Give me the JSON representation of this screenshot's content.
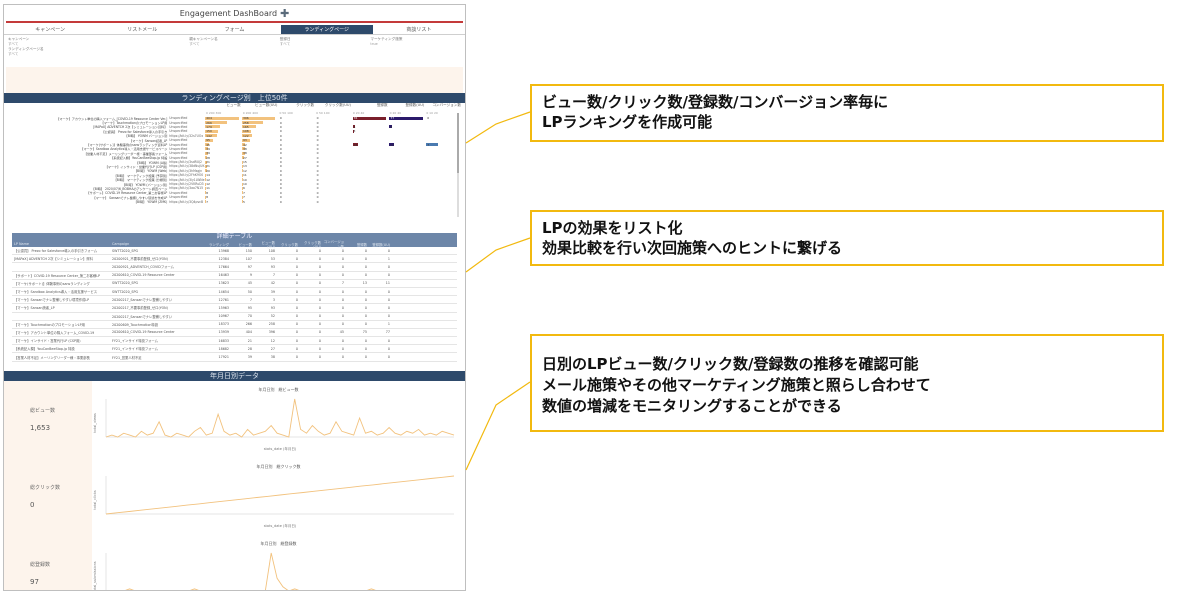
{
  "header": {
    "title": "Engagement DashBoard"
  },
  "nav": {
    "tabs": [
      "キャンペーン",
      "リストメール",
      "フォーム",
      "ランディングページ",
      "商談リスト"
    ],
    "active": "ランディングページ"
  },
  "filters": [
    {
      "label": "キャンペーン",
      "value": "すべて",
      "label2": "ランディングページ名",
      "value2": "すべて"
    },
    {
      "label": "",
      "value": ""
    },
    {
      "label": "親キャンペーン名",
      "value": "すべて"
    },
    {
      "label": "登録日",
      "value": "すべて"
    },
    {
      "label": "マーケティング施策",
      "value": "true"
    }
  ],
  "lp_ranking": {
    "title": "ランディングページ別　上位50件",
    "columns": [
      "ビュー数",
      "ビュー数(UU)",
      "クリック数",
      "クリック数(UU)",
      "登録数",
      "登録数(UU)",
      "コンバージョン数"
    ],
    "axis": [
      "0  200  300",
      "0  200  400",
      "0  50  100",
      "0  50  100",
      "0  20  40",
      "0  20  40",
      "0  10  20"
    ],
    "rows": [
      {
        "name": "【マーケ】アカウント単位の購入フォーム_[COVID-19 Resource Center Ver.]",
        "url": "Unspecified",
        "v": [
          "404",
          "396",
          "0",
          "0",
          "76",
          "77",
          "0"
        ]
      },
      {
        "name": "【マーケ】TouchmotionのプロモーションLP用",
        "url": "Unspecified",
        "v": [
          "266",
          "258",
          "0",
          "0",
          "",
          "",
          ""
        ]
      },
      {
        "name": "[MAPaX] ADVENTCH 2次【シミュレーション資料】",
        "url": "Unspecified",
        "v": [
          "179",
          "165",
          "0",
          "0",
          "5",
          "5",
          ""
        ]
      },
      {
        "name": "【公認員】 Prezo for Salesforce導入の手引き",
        "url": "Unspecified",
        "v": [
          "150",
          "108",
          "0",
          "0",
          "3",
          "",
          ""
        ]
      },
      {
        "name": "【BI時】 YOWM バージョン別",
        "url": "https://bit.ly/32s7UOx",
        "v": [
          "142",
          "122",
          "0",
          "0",
          "",
          "",
          ""
        ]
      },
      {
        "name": "【マーケ】Sansan読者_LP",
        "url": "Unspecified",
        "v": [
          "95",
          "93",
          "0",
          "0",
          "",
          "",
          ""
        ]
      },
      {
        "name": "【マーケ(サポート)】体験事例のsansランディング資料LP",
        "url": "Unspecified",
        "v": [
          "45",
          "42",
          "0",
          "0",
          "13",
          "11",
          "7"
        ]
      },
      {
        "name": "【マーケ】Sandbox Analytics導入・活用支援サービスページ",
        "url": "Unspecified",
        "v": [
          "39",
          "38",
          "0",
          "0",
          "",
          "",
          ""
        ]
      },
      {
        "name": "【営業人材不足】メーリングリーダー様・事業部長フォーム",
        "url": "Unspecified",
        "v": [
          "39",
          "38",
          "0",
          "0",
          "",
          "",
          ""
        ]
      },
      {
        "name": "【系統記入欄】YouCanBeeStop.jp 特設",
        "url": "Unspecified",
        "v": [
          "28",
          "27",
          "0",
          "0",
          "",
          "",
          ""
        ]
      },
      {
        "name": "【BI時】 YOWM (A版)",
        "url": "https://bit.ly/3sdRUJ2",
        "v": [
          "21",
          "15",
          "0",
          "0",
          "",
          "",
          ""
        ]
      },
      {
        "name": "【マーケ】インサイド・営業代行LP (CSP用)",
        "url": "https://bit.ly/38dNujUK",
        "v": [
          "21",
          "13",
          "0",
          "0",
          "",
          "",
          ""
        ]
      },
      {
        "name": "【BI時】 YOWM (Web)",
        "url": "https://bit.ly/3hMsgjn",
        "v": [
          "20",
          "12",
          "0",
          "0",
          "",
          "",
          ""
        ]
      },
      {
        "name": "【BI時】 マーケティング施策 (予算別)",
        "url": "https://bit.ly/2FhK9O0",
        "v": [
          "14",
          "11",
          "0",
          "0",
          "",
          "",
          ""
        ]
      },
      {
        "name": "【BI時】 マーケティング施策 (分類別)",
        "url": "https://bit.ly/3ly1LWNe",
        "v": [
          "12",
          "10",
          "0",
          "0",
          "",
          "",
          ""
        ]
      },
      {
        "name": "【BI時】 YOWM (バージョン別)",
        "url": "https://bit.ly/2VKRuD3",
        "v": [
          "12",
          "10",
          "0",
          "0",
          "",
          "",
          ""
        ]
      },
      {
        "name": "【BI時】 2020/07/6_BOBHAのアンケート調査ページ",
        "url": "https://bit.ly/3ao7N15",
        "v": [
          "11",
          "6",
          "0",
          "0",
          "",
          "",
          ""
        ]
      },
      {
        "name": "【サポート】COVID-19 Resource Center_第二お客様LP",
        "url": "Unspecified",
        "v": [
          "8",
          "7",
          "0",
          "0",
          "",
          "",
          ""
        ]
      },
      {
        "name": "【マーケ】 Sansanでナレ整備しやすい環境を作成LP",
        "url": "Unspecified",
        "v": [
          "8",
          "7",
          "0",
          "0",
          "",
          "",
          ""
        ]
      },
      {
        "name": "【BI時】 YOWM (ZMK)",
        "url": "https://bit.ly/3Q4pvcB",
        "v": [
          "7",
          "5",
          "0",
          "0",
          "",
          "",
          ""
        ]
      }
    ]
  },
  "detail_table": {
    "title": "詳細テーブル",
    "headers": [
      "LP Name",
      "Campaign",
      "ランディング",
      "ビュー数",
      "ビュー数(UU)",
      "クリック数",
      "クリック数(UU)",
      "コンバージョン数",
      "登録数",
      "登録数(UU)"
    ],
    "rows": [
      [
        "【公認員】 Prezo for Salesforce導入の手引きフォーム",
        "SWTT2020_SPG",
        "13968",
        "150",
        "108",
        "0",
        "0",
        "0",
        "0",
        "0"
      ],
      [
        "[MAPaX] ADVENTCH 2次【シミュレーション】資料",
        "20200921_不要事前登録_ゼロ(YON)",
        "12384",
        "107",
        "53",
        "0",
        "0",
        "0",
        "0",
        "1"
      ],
      [
        "",
        "20200921_ADVENTCH_COVIDフォーム",
        "17664",
        "97",
        "93",
        "0",
        "0",
        "0",
        "0",
        "0"
      ],
      [
        "【サポート】COVID-19 Resource Center_第二お客様LP",
        "20200610_COVID-19 Resource Center",
        "16463",
        "9",
        "7",
        "0",
        "0",
        "0",
        "0",
        "0"
      ],
      [
        "【マーケ(サポート)】体験事例のsansランディング",
        "SWTT2020_SPG",
        "13623",
        "45",
        "42",
        "0",
        "0",
        "7",
        "13",
        "11"
      ],
      [
        "【マーケ】Sandbox Analytics導入・活用支援サービス",
        "SWTT2020_SPG",
        "14654",
        "50",
        "39",
        "0",
        "0",
        "0",
        "0",
        "0"
      ],
      [
        "【マーケ】Sansanでナレ整備しやすい環境作成LP",
        "20200217_Sansanでナレ整備しやすい",
        "12761",
        "7",
        "3",
        "0",
        "0",
        "0",
        "0",
        "0"
      ],
      [
        "【マーケ】Sansan読者_LP",
        "20200217_不要事前登録_ゼロ(YON)",
        "15963",
        "95",
        "93",
        "0",
        "0",
        "0",
        "0",
        "0"
      ],
      [
        "",
        "20200217_Sansanでナレ整備しやすい",
        "10967",
        "70",
        "52",
        "0",
        "0",
        "0",
        "0",
        "0"
      ],
      [
        "【マーケ】TouchmotionのプロモーションLP用",
        "20200609_Touchmotion特設",
        "18373",
        "266",
        "258",
        "0",
        "0",
        "0",
        "0",
        "1"
      ],
      [
        "【マーケ】アカウント単位の購入フォーム_COVID-19",
        "20200610_COVID-19 Resource Center",
        "13939",
        "404",
        "396",
        "0",
        "0",
        "45",
        "75",
        "77"
      ],
      [
        "【マーケ】インサイド・営業代行LP (CSP用)",
        "FY21_インサイド特設フォーム",
        "16833",
        "21",
        "12",
        "0",
        "0",
        "0",
        "0",
        "0"
      ],
      [
        "【系統記入欄】YouCanBeeStop.jp 特設",
        "FY21_インサイド特設フォーム",
        "18682",
        "28",
        "27",
        "0",
        "0",
        "0",
        "0",
        "0"
      ],
      [
        "【営業人材不足】メーリングリーダー様・事業部長",
        "FY21_営業人材不足",
        "17921",
        "39",
        "38",
        "0",
        "0",
        "0",
        "0",
        "0"
      ]
    ]
  },
  "daily": {
    "title": "年月日別データ",
    "kpis": [
      {
        "label": "総ビュー数",
        "value": "1,653"
      },
      {
        "label": "総クリック数",
        "value": "0"
      },
      {
        "label": "総登録数",
        "value": "97"
      }
    ],
    "charts": [
      {
        "title": "年月日別　総ビュー数",
        "ylabel": "total_views",
        "xlabel": "stats_date (年月日)"
      },
      {
        "title": "年月日別　総クリック数",
        "ylabel": "total_clicks",
        "xlabel": "stats_date (年月日)"
      },
      {
        "title": "年月日別　総登録数",
        "ylabel": "total_submissions",
        "xlabel": "stats_date (年月日)"
      }
    ]
  },
  "callouts": {
    "c1": [
      "ビュー数/クリック数/登録数/コンバージョン率毎に",
      "LPランキングを作成可能"
    ],
    "c2": [
      "LPの効果をリスト化",
      "効果比較を行い次回施策へのヒントに繋げる"
    ],
    "c3": [
      "日別のLPビュー数/クリック数/登録数の推移を確認可能",
      "メール施策やその他マーケティング施策と照らし合わせて",
      "数値の増減をモニタリングすることができる"
    ]
  },
  "colors": {
    "navy": "#2e4a6b",
    "accent_bar": "#f2c27e",
    "maroon": "#7a1f2b",
    "purple": "#2b1a6b",
    "callout_border": "#f2b90f",
    "chart_line": "#f2c27e"
  }
}
